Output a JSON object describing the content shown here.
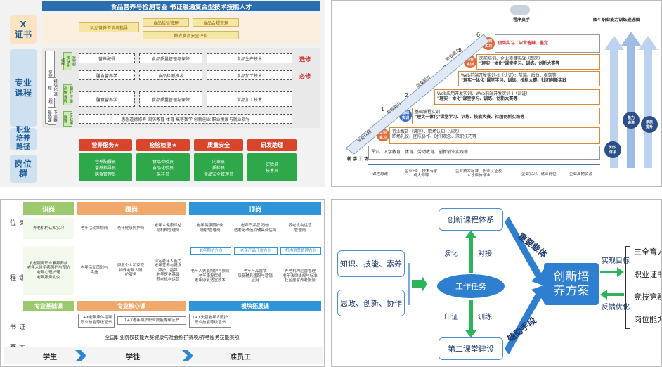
{
  "p1": {
    "title": "食品营养与检测专业  书证融通复合型技术技能人才",
    "row_labels": {
      "cert": "X\n证书",
      "course": "专业\n课程",
      "path": "职业\n培养\n路径",
      "jobs": "岗位\n群"
    },
    "x_boxes": [
      "运动营养咨询与指导",
      "食品检验管理",
      "食品合规管理",
      "粮农食品安全评价"
    ],
    "sub_labels": [
      "复合型\n模块化\n课程",
      "模块化\n课程",
      "职业技\n能训练\n课程",
      "专业拓\n展课",
      "专业群\n基础课",
      "公共基\n础课"
    ],
    "dash_boxes": [
      "营养配餐",
      "食品质量管理与保障",
      "食品生产技术",
      "膳食营养学",
      "食品检测技术",
      "食品加工技术"
    ],
    "elective": "选修",
    "required": "必修",
    "public_line": "思想道德修养  国防教育  体育  高等数学  创新创业  职业发展与就业指导",
    "tracks": [
      "营养服务★",
      "检验检测★",
      "质量安全",
      "研发助理"
    ],
    "jobs": [
      "营养配餐员\n营养指导员\n膳食管理员",
      "食品检验员\n食品化验员\n采样员",
      "内审员\n质检员\n食品安全管理员",
      "实验员\n技术员"
    ]
  },
  "p2": {
    "top_label": "程序员手",
    "right_title": "图4  职业能力训练递进图",
    "steps": [
      {
        "n": "6",
        "tag": "顶岗\n实习",
        "title": "顶岗实习、毕业答辩、鉴定",
        "line": ""
      },
      {
        "n": "5",
        "tag": "综合\n实训",
        "title": "岗前培训、企业项目实战（跟岗）",
        "line": "\"理实一体化\"课堂学习、训练、创新大赛等"
      },
      {
        "n": "4",
        "tag": "",
        "title": "Web前端开发实训-II（认证）：前端、后台、框架等",
        "line": "\"理实一体化\"课堂学习、训练、技能大赛、社团创新实践"
      },
      {
        "n": "3",
        "tag": "",
        "title": "Web应用开发实训、Web前端开发实训-I（认证）",
        "line": "\"理实一体化\"课堂学习、训练、创新大赛等"
      },
      {
        "n": "2",
        "tag": "基础\n实训",
        "title": "基础编程实训",
        "line": "\"理实一体化\"课堂学习、训练、技能大赛、社团创新实践等"
      },
      {
        "n": "1",
        "tag": "认识\n实习",
        "title": "行业报告（讲座）、职场认知（认岗）",
        "line": "职场礼仪、团队协作、时间观念、求职技巧等"
      }
    ],
    "base_line": "军训、入学教育、体育、劳动教育、创新创业实践等",
    "diag_labels": [
      "课程思政",
      "企业HR、技术专家\n或大师等",
      "企业技术标准、职业认证及\n人才评价标准",
      "企业实习、就业岗位",
      "企业其他资源"
    ],
    "steps_diag": [
      "专业认知",
      "专项能力",
      "综合能力",
      "职业能力"
    ],
    "arrows": [
      "知识\n体系",
      "能力\n递进",
      "素质\n提升"
    ],
    "logo": "新 手 工 场"
  },
  "p3": {
    "side": [
      "岗\n位",
      "课\n程",
      "证\n书",
      "大\n赛"
    ],
    "headers": [
      "识岗",
      "跟岗",
      "顶岗"
    ],
    "header_colors": [
      "#9cc96b",
      "#f1a86b",
      "#2e96d8"
    ],
    "jobs_row": [
      "养老机构认知实习",
      "老年活动策划岗",
      "老年健康照护岗",
      "老年人健康评估\n与机构管理岗",
      "老年健康照护岗\n/照护管理岗",
      "老年产品营销岗/\n适老化改造及辅具评估岗",
      "养老机构运营\n管理岗"
    ],
    "sub_headers": [
      "老年照护方向",
      "老年产品开发方向",
      "机构运营管理方向"
    ],
    "course_row": [
      "发老服务职业素养养成\n老年人常见病照护与预防\n老年心理护理\n老年服务礼仪",
      "老年活动策划与\n实施",
      "康复个人和家庭\n特殊老年人照\n护服务",
      "评定老年人能力\n老年营养与膳食\n照护、指导\n老年医学基础\n养老机构运营",
      "老年人失能照护与预防\n老年康复保健\n老年康复适宜技术",
      "老年产品营销\n康复辅具适配与营销\n应用",
      "养老机构运营管理\n老年法律法规与标准\n社区居家养老服务"
    ],
    "bars": [
      "专业基础课",
      "专业核心课",
      "模块拓展课"
    ],
    "bar_colors": [
      "#9cc96b",
      "#f1a86b",
      "#2e96d8"
    ],
    "certs": [
      "1+X老年康体指导\n职业技能等级证书",
      "1+X老年照护职业技能等级证书",
      "1+X失智老年人照护\n职业技能等级证书"
    ],
    "contest": "全国职业院校技能大赛健康与社会照护赛项/养老服务技能赛项",
    "stages": [
      "学生",
      "学徒",
      "准员工"
    ]
  },
  "p4": {
    "left_boxes": [
      "知识、技能、素养",
      "思政、创新、协作"
    ],
    "top_box": "创新课程体系",
    "bottom_box": "第二课堂建设",
    "mid": "工作任务",
    "top_verbs": [
      "演化",
      "对接"
    ],
    "bottom_verbs": [
      "印证",
      "训练"
    ],
    "diag_top": "重要载体",
    "diag_bottom": "辅助手段",
    "center": "创新培\n养方案",
    "arrow_goal": "实现目标",
    "arrow_feedback": "反馈优化",
    "right_list": [
      "三全育人",
      "职业证书",
      "竞技竞赛",
      "岗位能力"
    ]
  }
}
